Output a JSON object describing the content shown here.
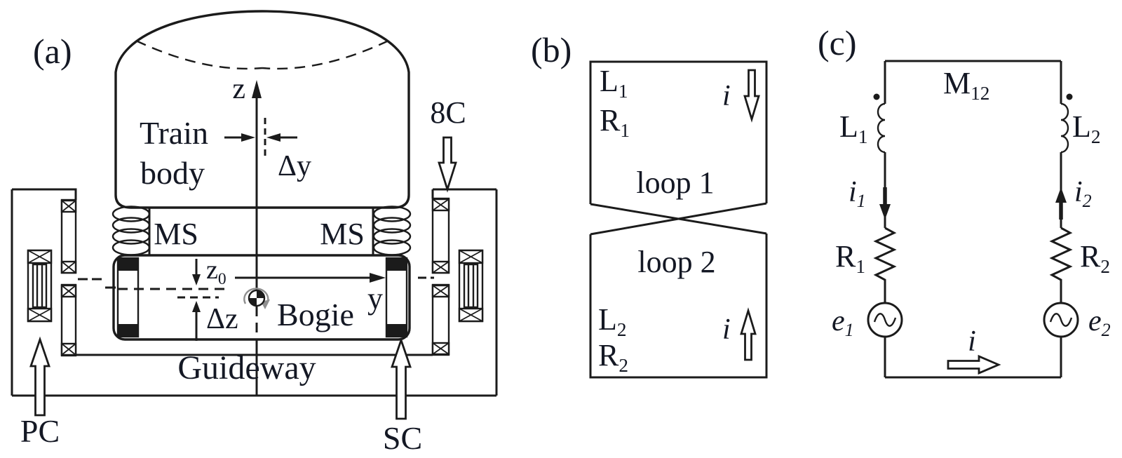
{
  "figure": {
    "description": "Three-panel maglev figure: (a) train cross-section, (b) figure-eight coil loops, (c) coupled circuit",
    "colors": {
      "ink": "#1b1b1b",
      "text": "#141824",
      "background": "#ffffff"
    }
  },
  "panel_a": {
    "label": "(a)",
    "train_body_line1": "Train",
    "train_body_line2": "body",
    "axis_z": "z",
    "axis_y": "y",
    "delta_y": "Δy",
    "delta_z": "Δz",
    "z0": {
      "base": "z",
      "sub": "0"
    },
    "ms_left": "MS",
    "ms_right": "MS",
    "bogie": "Bogie",
    "guideway": "Guideway",
    "pc_label": "PC",
    "sc_label": "SC",
    "c8_label": "8C"
  },
  "panel_b": {
    "label": "(b)",
    "l1": {
      "base": "L",
      "sub": "1"
    },
    "r1": {
      "base": "R",
      "sub": "1"
    },
    "l2": {
      "base": "L",
      "sub": "2"
    },
    "r2": {
      "base": "R",
      "sub": "2"
    },
    "loop1": "loop 1",
    "loop2": "loop 2",
    "i_loop1": "i",
    "i_loop2": "i"
  },
  "panel_c": {
    "label": "(c)",
    "m12": {
      "base": "M",
      "sub": "12"
    },
    "l1": {
      "base": "L",
      "sub": "1"
    },
    "l2": {
      "base": "L",
      "sub": "2"
    },
    "i1": {
      "base": "i",
      "sub": "1"
    },
    "i2": {
      "base": "i",
      "sub": "2"
    },
    "r1": {
      "base": "R",
      "sub": "1"
    },
    "r2": {
      "base": "R",
      "sub": "2"
    },
    "e1": {
      "base": "e",
      "sub": "1"
    },
    "e2": {
      "base": "e",
      "sub": "2"
    },
    "i_main": "i"
  }
}
